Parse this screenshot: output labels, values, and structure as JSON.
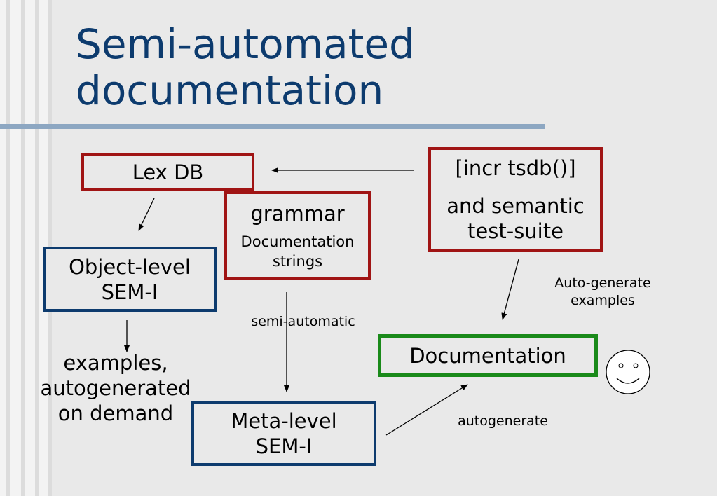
{
  "title": {
    "line1": "Semi-automated",
    "line2": "documentation"
  },
  "nodes": {
    "lexdb": "Lex DB",
    "grammar": {
      "title": "grammar",
      "sub_line1": "Documentation",
      "sub_line2": "strings"
    },
    "tsdb": {
      "line1": "[incr tsdb()]",
      "line2": "and semantic",
      "line3": "test-suite"
    },
    "object_semi": {
      "line1": "Object-level",
      "line2": "SEM-I"
    },
    "examples": {
      "line1": "examples,",
      "line2": "autogenerated",
      "line3": "on demand"
    },
    "meta_semi": {
      "line1": "Meta-level",
      "line2": "SEM-I"
    },
    "documentation": "Documentation"
  },
  "edge_labels": {
    "semi_automatic": "semi-automatic",
    "auto_generate_line1": "Auto-generate",
    "auto_generate_line2": "examples",
    "autogenerate": "autogenerate"
  },
  "icons": {
    "smiley": "smiley-face-icon"
  },
  "colors": {
    "title": "#0d3b6e",
    "red_box": "#a01414",
    "blue_box": "#0d3b6e",
    "green_box": "#1a8a1a"
  }
}
